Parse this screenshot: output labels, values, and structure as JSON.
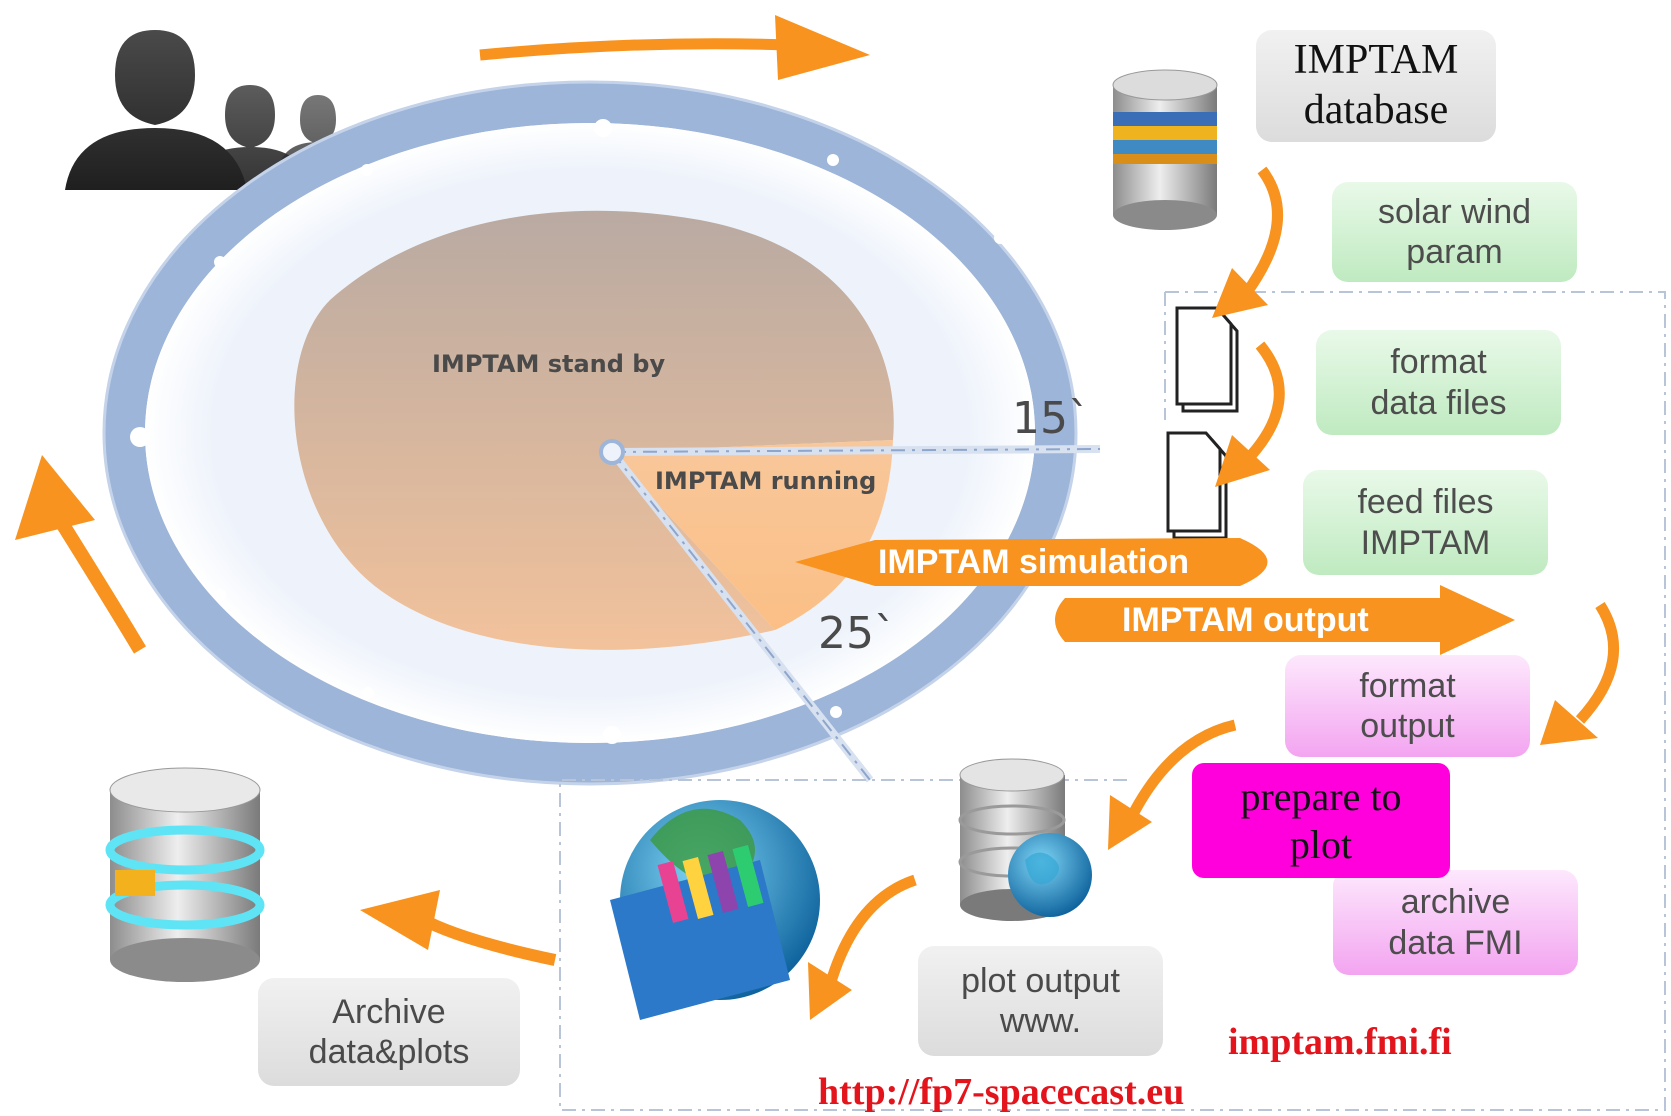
{
  "labels": {
    "database": "IMPTAM\ndatabase",
    "solar_wind": "solar wind\nparam",
    "format_data": "format\ndata files",
    "feed_files": "feed files\nIMPTAM",
    "format_output": "format\noutput",
    "prepare_plot": "prepare to\nplot",
    "archive_fmi": "archive\ndata FMI",
    "plot_output": "plot output\nwww.",
    "archive_plots": "Archive\ndata&plots"
  },
  "clock": {
    "standby": "IMPTAM stand by",
    "running": "IMPTAM running",
    "minutes_15": "15`",
    "minutes_25": "25`"
  },
  "banners": {
    "simulation": "IMPTAM simulation",
    "output": "IMPTAM output"
  },
  "links": {
    "site": "imptam.fmi.fi",
    "project": "http://fp7-spacecast.eu"
  },
  "colors": {
    "arrow": "#f7931e",
    "ring": "#9db5d8",
    "wedge_standby": "#c9ab97",
    "wedge_running": "#f9c08c",
    "url_red": "#e3141c",
    "magenta_box": "#ff00dd"
  }
}
